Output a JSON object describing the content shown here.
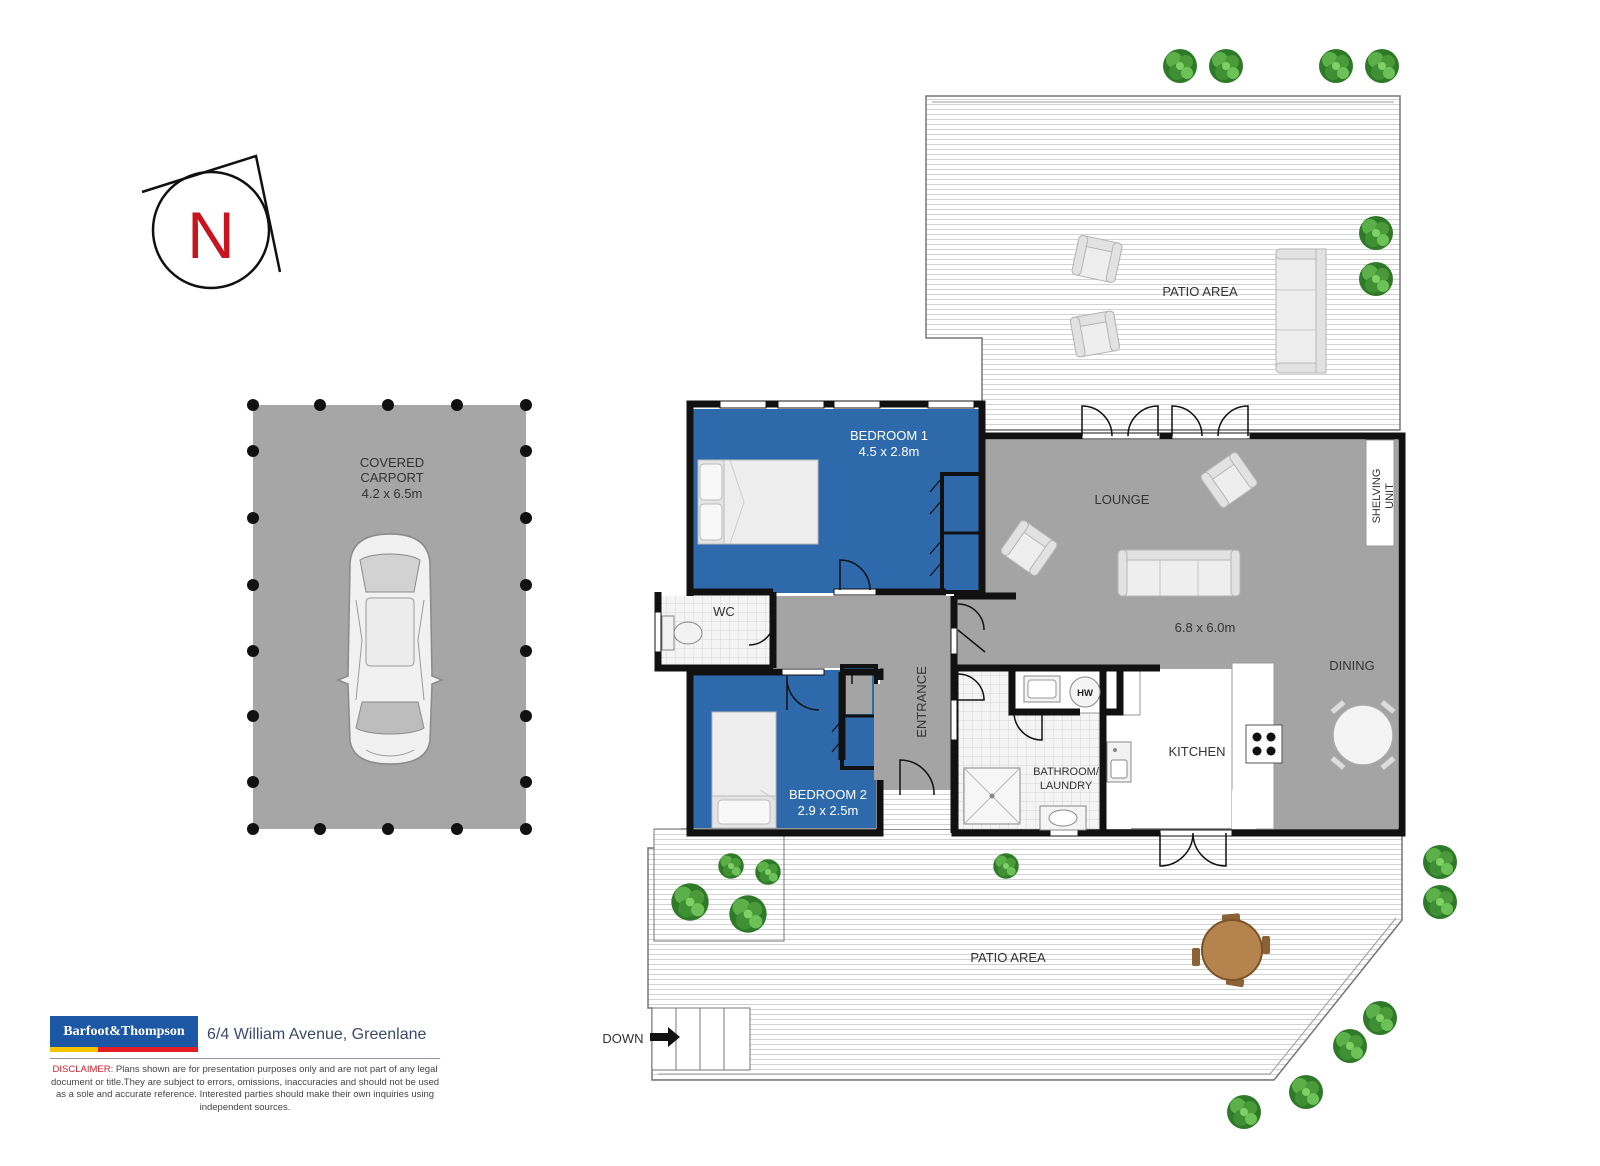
{
  "north_label": "N",
  "rooms": {
    "carport_label": "COVERED\nCARPORT",
    "carport_size": "4.2 x 6.5m",
    "bedroom1_label": "BEDROOM 1",
    "bedroom1_size": "4.5 x 2.8m",
    "bedroom2_label": "BEDROOM 2",
    "bedroom2_size": "2.9 x 2.5m",
    "wc": "WC",
    "entrance": "ENTRANCE",
    "lounge": "LOUNGE",
    "living_size": "6.8 x 6.0m",
    "dining": "DINING",
    "kitchen": "KITCHEN",
    "bathroom": "BATHROOM/\nLAUNDRY",
    "hw": "HW",
    "shelving": "SHELVING\nUNIT",
    "patio_top": "PATIO AREA",
    "patio_bottom": "PATIO AREA",
    "down": "DOWN"
  },
  "branding": {
    "logo_text": "Barfoot&Thompson",
    "address": "6/4 William Avenue, Greenlane",
    "disclaimer_head": "DISCLAIMER:",
    "disclaimer_body": "Plans shown are for presentation purposes only and are not part of any legal document or title.They are subject to errors, omissions, inaccuracies and should not be used as a sole and accurate reference. Interested parties should make their own inquiries using independent sources."
  },
  "colors": {
    "bedroom_blue": "#2e6aab",
    "floor_grey": "#a4a4a4",
    "wall": "#111111",
    "north_red": "#c8141c",
    "tree_green": "#4a9a3a",
    "table_wood": "#b4834e"
  }
}
